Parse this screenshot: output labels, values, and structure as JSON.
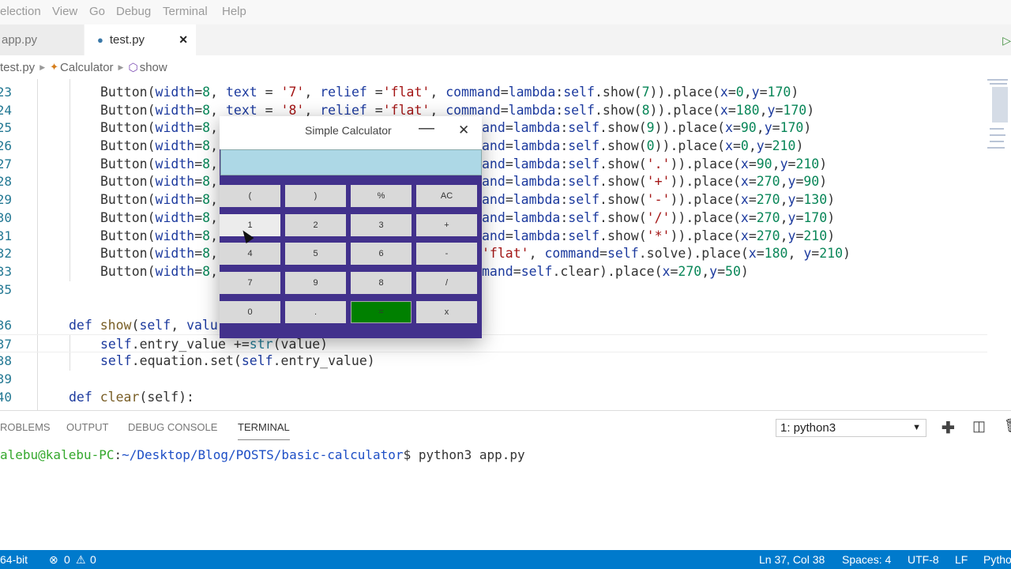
{
  "menu": [
    "election",
    "View",
    "Go",
    "Debug",
    "Terminal",
    "Help"
  ],
  "tabs": {
    "inactive": "app.py",
    "active": "test.py",
    "close": "✕"
  },
  "breadcrumb": {
    "file": "test.py",
    "class": "Calculator",
    "method": "show"
  },
  "code": [
    {
      "n": "23",
      "l": [
        [
          "Button(",
          "d"
        ],
        [
          "width",
          "p"
        ],
        [
          "=",
          "d"
        ],
        [
          "8",
          "n"
        ],
        [
          ", ",
          "d"
        ],
        [
          "text",
          "p"
        ],
        [
          " = ",
          "d"
        ],
        [
          "'7'",
          "s"
        ],
        [
          ", ",
          "d"
        ],
        [
          "relief",
          "p"
        ],
        [
          " =",
          "d"
        ],
        [
          "'flat'",
          "s"
        ],
        [
          ", ",
          "d"
        ],
        [
          "command",
          "p"
        ],
        [
          "=",
          "d"
        ],
        [
          "lambda",
          "k"
        ],
        [
          ":",
          "d"
        ],
        [
          "self",
          "k"
        ],
        [
          ".show(",
          "d"
        ],
        [
          "7",
          "n"
        ],
        [
          ")).place(",
          "d"
        ],
        [
          "x",
          "p"
        ],
        [
          "=",
          "d"
        ],
        [
          "0",
          "n"
        ],
        [
          ",",
          "d"
        ],
        [
          "y",
          "p"
        ],
        [
          "=",
          "d"
        ],
        [
          "170",
          "n"
        ],
        [
          ")",
          "d"
        ]
      ]
    },
    {
      "n": "24",
      "l": [
        [
          "Button(",
          "d"
        ],
        [
          "width",
          "p"
        ],
        [
          "=",
          "d"
        ],
        [
          "8",
          "n"
        ],
        [
          ", ",
          "d"
        ],
        [
          "text",
          "p"
        ],
        [
          " = ",
          "d"
        ],
        [
          "'8'",
          "s"
        ],
        [
          ", ",
          "d"
        ],
        [
          "relief",
          "p"
        ],
        [
          " =",
          "d"
        ],
        [
          "'flat'",
          "s"
        ],
        [
          ", ",
          "d"
        ],
        [
          "command",
          "p"
        ],
        [
          "=",
          "d"
        ],
        [
          "lambda",
          "k"
        ],
        [
          ":",
          "d"
        ],
        [
          "self",
          "k"
        ],
        [
          ".show(",
          "d"
        ],
        [
          "8",
          "n"
        ],
        [
          ")).place(",
          "d"
        ],
        [
          "x",
          "p"
        ],
        [
          "=",
          "d"
        ],
        [
          "180",
          "n"
        ],
        [
          ",",
          "d"
        ],
        [
          "y",
          "p"
        ],
        [
          "=",
          "d"
        ],
        [
          "170",
          "n"
        ],
        [
          ")",
          "d"
        ]
      ]
    },
    {
      "n": "25",
      "l": [
        [
          "Button(",
          "d"
        ],
        [
          "width",
          "p"
        ],
        [
          "=",
          "d"
        ],
        [
          "8",
          "n"
        ],
        [
          ",",
          "d"
        ]
      ],
      "r": [
        [
          "and",
          "p"
        ],
        [
          "=",
          "d"
        ],
        [
          "lambda",
          "k"
        ],
        [
          ":",
          "d"
        ],
        [
          "self",
          "k"
        ],
        [
          ".show(",
          "d"
        ],
        [
          "9",
          "n"
        ],
        [
          ")).place(",
          "d"
        ],
        [
          "x",
          "p"
        ],
        [
          "=",
          "d"
        ],
        [
          "90",
          "n"
        ],
        [
          ",",
          "d"
        ],
        [
          "y",
          "p"
        ],
        [
          "=",
          "d"
        ],
        [
          "170",
          "n"
        ],
        [
          ")",
          "d"
        ]
      ]
    },
    {
      "n": "26",
      "l": [
        [
          "Button(",
          "d"
        ],
        [
          "width",
          "p"
        ],
        [
          "=",
          "d"
        ],
        [
          "8",
          "n"
        ],
        [
          ",",
          "d"
        ]
      ],
      "r": [
        [
          "and",
          "p"
        ],
        [
          "=",
          "d"
        ],
        [
          "lambda",
          "k"
        ],
        [
          ":",
          "d"
        ],
        [
          "self",
          "k"
        ],
        [
          ".show(",
          "d"
        ],
        [
          "0",
          "n"
        ],
        [
          ")).place(",
          "d"
        ],
        [
          "x",
          "p"
        ],
        [
          "=",
          "d"
        ],
        [
          "0",
          "n"
        ],
        [
          ",",
          "d"
        ],
        [
          "y",
          "p"
        ],
        [
          "=",
          "d"
        ],
        [
          "210",
          "n"
        ],
        [
          ")",
          "d"
        ]
      ]
    },
    {
      "n": "27",
      "l": [
        [
          "Button(",
          "d"
        ],
        [
          "width",
          "p"
        ],
        [
          "=",
          "d"
        ],
        [
          "8",
          "n"
        ],
        [
          ",",
          "d"
        ]
      ],
      "r": [
        [
          "and",
          "p"
        ],
        [
          "=",
          "d"
        ],
        [
          "lambda",
          "k"
        ],
        [
          ":",
          "d"
        ],
        [
          "self",
          "k"
        ],
        [
          ".show(",
          "d"
        ],
        [
          "'.'",
          "s"
        ],
        [
          ")).place(",
          "d"
        ],
        [
          "x",
          "p"
        ],
        [
          "=",
          "d"
        ],
        [
          "90",
          "n"
        ],
        [
          ",",
          "d"
        ],
        [
          "y",
          "p"
        ],
        [
          "=",
          "d"
        ],
        [
          "210",
          "n"
        ],
        [
          ")",
          "d"
        ]
      ]
    },
    {
      "n": "28",
      "l": [
        [
          "Button(",
          "d"
        ],
        [
          "width",
          "p"
        ],
        [
          "=",
          "d"
        ],
        [
          "8",
          "n"
        ],
        [
          ",",
          "d"
        ]
      ],
      "r": [
        [
          "and",
          "p"
        ],
        [
          "=",
          "d"
        ],
        [
          "lambda",
          "k"
        ],
        [
          ":",
          "d"
        ],
        [
          "self",
          "k"
        ],
        [
          ".show(",
          "d"
        ],
        [
          "'+'",
          "s"
        ],
        [
          ")).place(",
          "d"
        ],
        [
          "x",
          "p"
        ],
        [
          "=",
          "d"
        ],
        [
          "270",
          "n"
        ],
        [
          ",",
          "d"
        ],
        [
          "y",
          "p"
        ],
        [
          "=",
          "d"
        ],
        [
          "90",
          "n"
        ],
        [
          ")",
          "d"
        ]
      ]
    },
    {
      "n": "29",
      "l": [
        [
          "Button(",
          "d"
        ],
        [
          "width",
          "p"
        ],
        [
          "=",
          "d"
        ],
        [
          "8",
          "n"
        ],
        [
          ",",
          "d"
        ]
      ],
      "r": [
        [
          "and",
          "p"
        ],
        [
          "=",
          "d"
        ],
        [
          "lambda",
          "k"
        ],
        [
          ":",
          "d"
        ],
        [
          "self",
          "k"
        ],
        [
          ".show(",
          "d"
        ],
        [
          "'-'",
          "s"
        ],
        [
          ")).place(",
          "d"
        ],
        [
          "x",
          "p"
        ],
        [
          "=",
          "d"
        ],
        [
          "270",
          "n"
        ],
        [
          ",",
          "d"
        ],
        [
          "y",
          "p"
        ],
        [
          "=",
          "d"
        ],
        [
          "130",
          "n"
        ],
        [
          ")",
          "d"
        ]
      ]
    },
    {
      "n": "30",
      "l": [
        [
          "Button(",
          "d"
        ],
        [
          "width",
          "p"
        ],
        [
          "=",
          "d"
        ],
        [
          "8",
          "n"
        ],
        [
          ",",
          "d"
        ]
      ],
      "r": [
        [
          "and",
          "p"
        ],
        [
          "=",
          "d"
        ],
        [
          "lambda",
          "k"
        ],
        [
          ":",
          "d"
        ],
        [
          "self",
          "k"
        ],
        [
          ".show(",
          "d"
        ],
        [
          "'/'",
          "s"
        ],
        [
          ")).place(",
          "d"
        ],
        [
          "x",
          "p"
        ],
        [
          "=",
          "d"
        ],
        [
          "270",
          "n"
        ],
        [
          ",",
          "d"
        ],
        [
          "y",
          "p"
        ],
        [
          "=",
          "d"
        ],
        [
          "170",
          "n"
        ],
        [
          ")",
          "d"
        ]
      ]
    },
    {
      "n": "31",
      "l": [
        [
          "Button(",
          "d"
        ],
        [
          "width",
          "p"
        ],
        [
          "=",
          "d"
        ],
        [
          "8",
          "n"
        ],
        [
          ",",
          "d"
        ]
      ],
      "r": [
        [
          "and",
          "p"
        ],
        [
          "=",
          "d"
        ],
        [
          "lambda",
          "k"
        ],
        [
          ":",
          "d"
        ],
        [
          "self",
          "k"
        ],
        [
          ".show(",
          "d"
        ],
        [
          "'*'",
          "s"
        ],
        [
          ")).place(",
          "d"
        ],
        [
          "x",
          "p"
        ],
        [
          "=",
          "d"
        ],
        [
          "270",
          "n"
        ],
        [
          ",",
          "d"
        ],
        [
          "y",
          "p"
        ],
        [
          "=",
          "d"
        ],
        [
          "210",
          "n"
        ],
        [
          ")",
          "d"
        ]
      ]
    },
    {
      "n": "32",
      "l": [
        [
          "Button(",
          "d"
        ],
        [
          "width",
          "p"
        ],
        [
          "=",
          "d"
        ],
        [
          "8",
          "n"
        ],
        [
          ",",
          "d"
        ]
      ],
      "r": [
        [
          "'flat'",
          "s"
        ],
        [
          ", ",
          "d"
        ],
        [
          "command",
          "p"
        ],
        [
          "=",
          "d"
        ],
        [
          "self",
          "k"
        ],
        [
          ".solve).place(",
          "d"
        ],
        [
          "x",
          "p"
        ],
        [
          "=",
          "d"
        ],
        [
          "180",
          "n"
        ],
        [
          ", ",
          "d"
        ],
        [
          "y",
          "p"
        ],
        [
          "=",
          "d"
        ],
        [
          "210",
          "n"
        ],
        [
          ")",
          "d"
        ]
      ]
    },
    {
      "n": "33",
      "l": [
        [
          "Button(",
          "d"
        ],
        [
          "width",
          "p"
        ],
        [
          "=",
          "d"
        ],
        [
          "8",
          "n"
        ],
        [
          ",",
          "d"
        ]
      ],
      "r": [
        [
          "mand",
          "p"
        ],
        [
          "=",
          "d"
        ],
        [
          "self",
          "k"
        ],
        [
          ".clear).place(",
          "d"
        ],
        [
          "x",
          "p"
        ],
        [
          "=",
          "d"
        ],
        [
          "270",
          "n"
        ],
        [
          ",",
          "d"
        ],
        [
          "y",
          "p"
        ],
        [
          "=",
          "d"
        ],
        [
          "50",
          "n"
        ],
        [
          ")",
          "d"
        ]
      ]
    },
    {
      "n": "35",
      "l": []
    },
    {
      "n": "36",
      "l": [
        [
          "def ",
          "k"
        ],
        [
          "show",
          "f"
        ],
        [
          "(",
          "d"
        ],
        [
          "self",
          "k"
        ],
        [
          ", ",
          "d"
        ],
        [
          "valu",
          "p"
        ]
      ],
      "ind": 0
    },
    {
      "n": "37",
      "l": [
        [
          "self",
          "k"
        ],
        [
          ".entry_value +=",
          "d"
        ],
        [
          "str",
          "b"
        ],
        [
          "(value)",
          "d"
        ]
      ]
    },
    {
      "n": "38",
      "l": [
        [
          "self",
          "k"
        ],
        [
          ".equation.set(",
          "d"
        ],
        [
          "self",
          "k"
        ],
        [
          ".entry_value)",
          "d"
        ]
      ]
    },
    {
      "n": "39",
      "l": []
    },
    {
      "n": "40",
      "l": [
        [
          "def ",
          "k"
        ],
        [
          "clear",
          "f"
        ],
        [
          "(self):",
          "d"
        ]
      ],
      "ind": 0
    }
  ],
  "calculator": {
    "title": "Simple Calculator",
    "entry": "",
    "buttons": [
      [
        "(",
        ")",
        "%",
        "AC"
      ],
      [
        "1",
        "2",
        "3",
        "+"
      ],
      [
        "4",
        "5",
        "6",
        "-"
      ],
      [
        "7",
        "9",
        "8",
        "/"
      ],
      [
        "0",
        ".",
        "=",
        "x"
      ]
    ],
    "colors": {
      "bg": "#42318c",
      "entry": "#add8e6",
      "button": "#d9d9d9",
      "equals": "#008000"
    }
  },
  "panel": {
    "tabs": [
      "ROBLEMS",
      "OUTPUT",
      "DEBUG CONSOLE",
      "TERMINAL"
    ],
    "terminal_select": "1: python3",
    "prompt_user": "alebu@kalebu-PC",
    "prompt_path": "~/Desktop/Blog/POSTS/basic-calculator",
    "command": "$ python3 app.py"
  },
  "status": {
    "arch": "64-bit",
    "errors": "0",
    "warnings": "0",
    "position": "Ln 37, Col 38",
    "spaces": "Spaces: 4",
    "encoding": "UTF-8",
    "eol": "LF",
    "language": "Pytho",
    "color": "#007acc"
  }
}
